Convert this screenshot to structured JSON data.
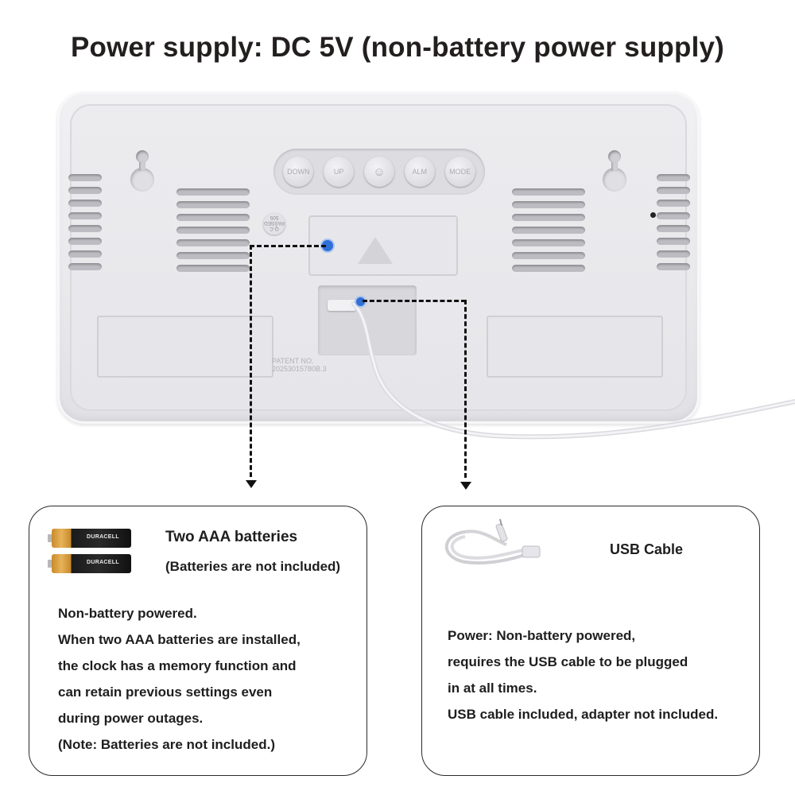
{
  "title": "Power supply: DC 5V (non-battery power supply)",
  "clock": {
    "buttons": [
      "DOWN",
      "UP",
      "☺",
      "ALM",
      "MODE"
    ],
    "qc_mark": [
      "Q.C",
      "PASSED",
      "505"
    ],
    "patent": [
      "PATENT NO.",
      "20253015780B.3"
    ]
  },
  "battery_box": {
    "heading": "Two AAA batteries",
    "subheading": "(Batteries are not included)",
    "battery_brand": "DURACELL",
    "lines": [
      "Non-battery powered.",
      "When two AAA batteries are installed,",
      "the clock has a memory function and",
      "can retain previous settings even",
      "during power outages.",
      "(Note: Batteries are not included.)"
    ]
  },
  "usb_box": {
    "heading": "USB Cable",
    "lines": [
      "Power: Non-battery powered,",
      "requires the USB cable to be plugged",
      "in at all times.",
      "USB cable included, adapter not included."
    ]
  },
  "colors": {
    "marker": "#2f6fd6",
    "clock_body": "#e9e9ec",
    "text": "#1e1e1e"
  }
}
